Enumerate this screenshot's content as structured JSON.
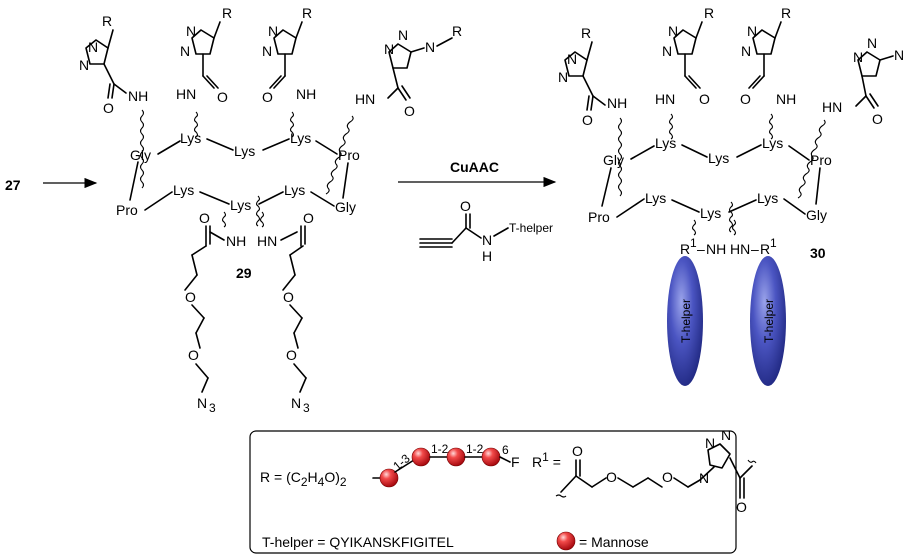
{
  "reaction": {
    "start_compound": "27",
    "intermediate_compound": "29",
    "product_compound": "30",
    "reaction_label": "CuAAC",
    "reagent_label": "T-helper"
  },
  "atoms": {
    "R": "R",
    "N": "N",
    "O": "O",
    "HN": "HN",
    "NH": "NH",
    "H": "H",
    "N3": "N",
    "N3_sub": "3",
    "R1": "R",
    "R1_sup": "1"
  },
  "residues": {
    "lys": "Lys",
    "gly": "Gly",
    "pro": "Pro"
  },
  "helper_label": "T-helper",
  "legend": {
    "r_formula": "R = (C",
    "r_formula_sub1": "2",
    "r_formula_mid": "H",
    "r_formula_sub2": "4",
    "r_formula_end": "O)",
    "r_formula_sub3": "2",
    "link_1_3": "1-3",
    "link_1_2a": "1-2",
    "link_1_2b": "1-2",
    "link_6": "6",
    "fluorine": "F",
    "r1_label": "R",
    "r1_sup": "1",
    "r1_eq": " =",
    "thelper_def": "T-helper = QYIKANSKFIGITEL",
    "mannose_def": "= Mannose"
  },
  "colors": {
    "mannose": "#e8121b",
    "helper": "#2f3aa6"
  }
}
